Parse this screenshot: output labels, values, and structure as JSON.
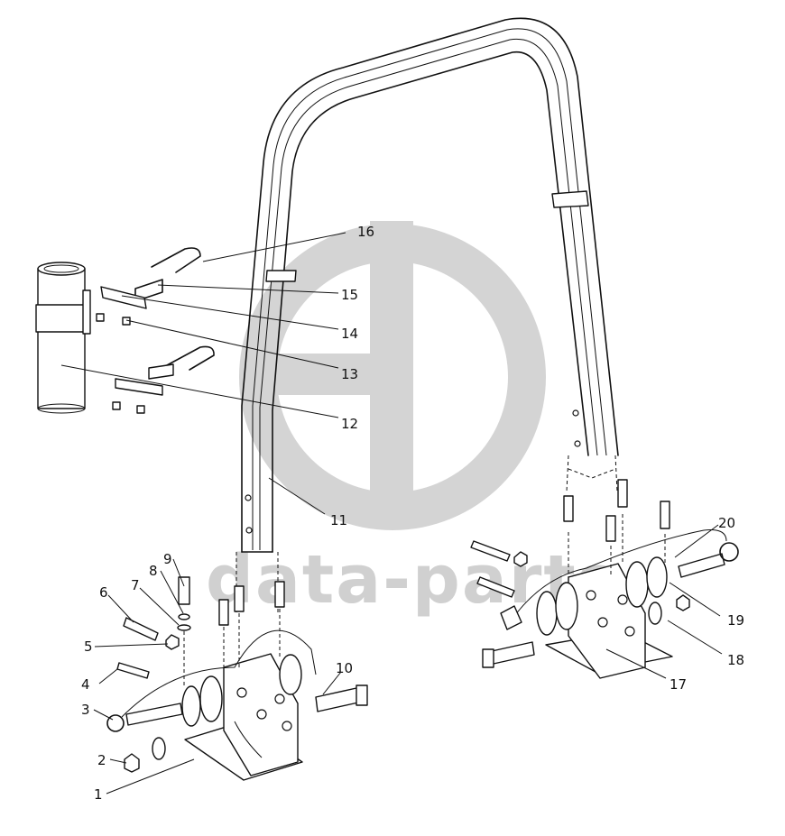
{
  "watermark": {
    "text": "data-parts",
    "color": "#d2d2d2"
  },
  "callouts": [
    {
      "id": "1",
      "label": "1"
    },
    {
      "id": "2",
      "label": "2"
    },
    {
      "id": "3",
      "label": "3"
    },
    {
      "id": "4",
      "label": "4"
    },
    {
      "id": "5",
      "label": "5"
    },
    {
      "id": "6",
      "label": "6"
    },
    {
      "id": "7",
      "label": "7"
    },
    {
      "id": "8",
      "label": "8"
    },
    {
      "id": "9",
      "label": "9"
    },
    {
      "id": "10",
      "label": "10"
    },
    {
      "id": "11",
      "label": "11"
    },
    {
      "id": "12",
      "label": "12"
    },
    {
      "id": "13",
      "label": "13"
    },
    {
      "id": "14",
      "label": "14"
    },
    {
      "id": "15",
      "label": "15"
    },
    {
      "id": "16",
      "label": "16"
    },
    {
      "id": "17",
      "label": "17"
    },
    {
      "id": "18",
      "label": "18"
    },
    {
      "id": "19",
      "label": "19"
    },
    {
      "id": "20",
      "label": "20"
    }
  ]
}
